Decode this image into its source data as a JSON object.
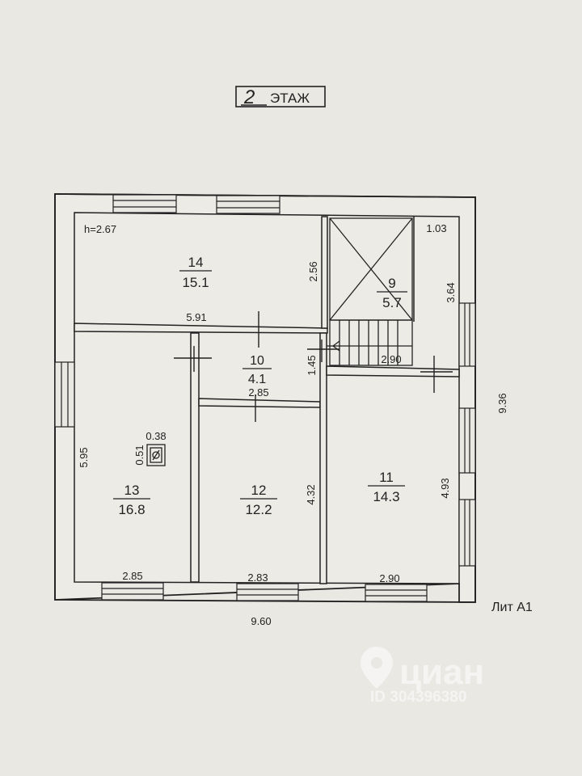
{
  "title": {
    "floor_number": "2",
    "floor_word": "ЭТАЖ"
  },
  "ceiling_height": "h=2.67",
  "rooms": [
    {
      "id": "room-14",
      "number": "14",
      "area": "15.1"
    },
    {
      "id": "room-9",
      "number": "9",
      "area": "5.7"
    },
    {
      "id": "room-10",
      "number": "10",
      "area": "4.1"
    },
    {
      "id": "room-13",
      "number": "13",
      "area": "16.8"
    },
    {
      "id": "room-12",
      "number": "12",
      "area": "12.2"
    },
    {
      "id": "room-11",
      "number": "11",
      "area": "14.3"
    }
  ],
  "dimensions": {
    "d_2_56": "2.56",
    "d_5_91": "5.91",
    "d_1_03": "1.03",
    "d_3_64": "3.64",
    "d_1_45": "1.45",
    "d_2_90_top": "2.90",
    "d_2_85_mid": "2.85",
    "d_0_38": "0.38",
    "d_0_51": "0.51",
    "d_5_95": "5.95",
    "d_4_32": "4.32",
    "d_4_93": "4.93",
    "d_9_36": "9.36",
    "d_2_85_bottom": "2.85",
    "d_2_83": "2.83",
    "d_2_90_bottom": "2.90",
    "d_9_60": "9.60"
  },
  "lit_label": "Лит А1",
  "watermark": {
    "brand": "циан",
    "id": "ID 304396380"
  },
  "colors": {
    "paper": "#e9e8e3",
    "ink": "#222222",
    "wall_fill": "#ecebe6"
  }
}
